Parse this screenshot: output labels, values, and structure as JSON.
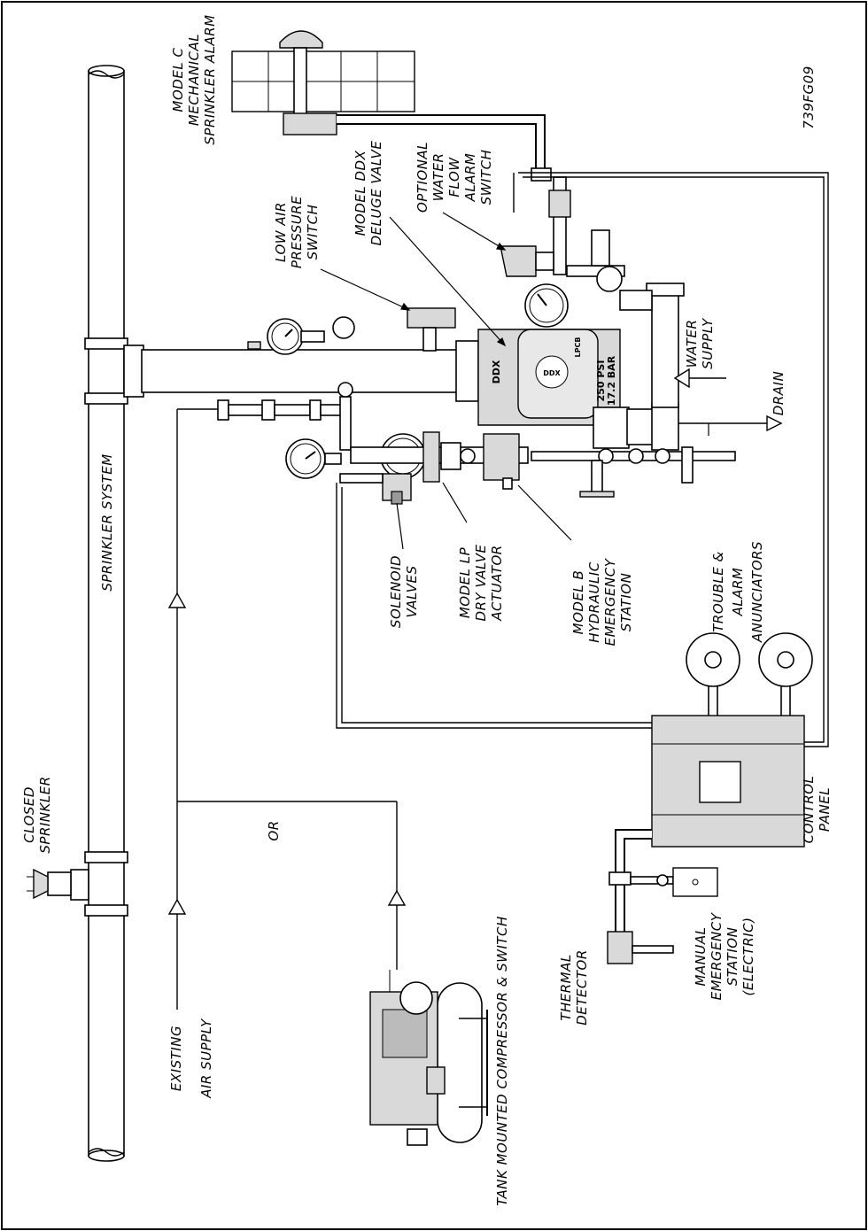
{
  "figure_id": "739FG09",
  "labels": {
    "closed_sprinkler": [
      "CLOSED",
      "SPRINKLER"
    ],
    "sprinkler_system": "SPRINKLER SYSTEM",
    "existing_air_supply": [
      "EXISTING",
      "AIR SUPPLY"
    ],
    "or": "OR",
    "tank_compressor": "TANK MOUNTED COMPRESSOR & SWITCH",
    "mechanical_alarm": [
      "MODEL C",
      "MECHANICAL",
      "SPRINKLER ALARM"
    ],
    "low_air_switch": [
      "LOW AIR",
      "PRESSURE",
      "SWITCH"
    ],
    "deluge_valve": [
      "MODEL DDX",
      "DELUGE VALVE"
    ],
    "water_flow_switch": [
      "OPTIONAL",
      "WATER",
      "FLOW",
      "ALARM",
      "SWITCH"
    ],
    "water_supply": [
      "WATER",
      "SUPPLY"
    ],
    "drain": "DRAIN",
    "solenoid_valves": [
      "SOLENOID",
      "VALVES"
    ],
    "dry_valve_actuator": [
      "MODEL LP",
      "DRY VALVE",
      "ACTUATOR"
    ],
    "hydraulic_station": [
      "MODEL B",
      "HYDRAULIC",
      "EMERGENCY",
      "STATION"
    ],
    "anunciators": [
      "TROUBLE &",
      "ALARM",
      "ANUNCIATORS"
    ],
    "control_panel": [
      "CONTROL",
      "PANEL"
    ],
    "thermal_detector": [
      "THERMAL",
      "DETECTOR"
    ],
    "manual_station": [
      "MANUAL",
      "EMERGENCY",
      "STATION",
      "(ELECTRIC)"
    ]
  },
  "valve_markings": {
    "model": "DDX",
    "pressure_psi": "250 PSI",
    "pressure_bar": "17.2 BAR",
    "brand": "DDX",
    "lpcb": "LPCB"
  }
}
